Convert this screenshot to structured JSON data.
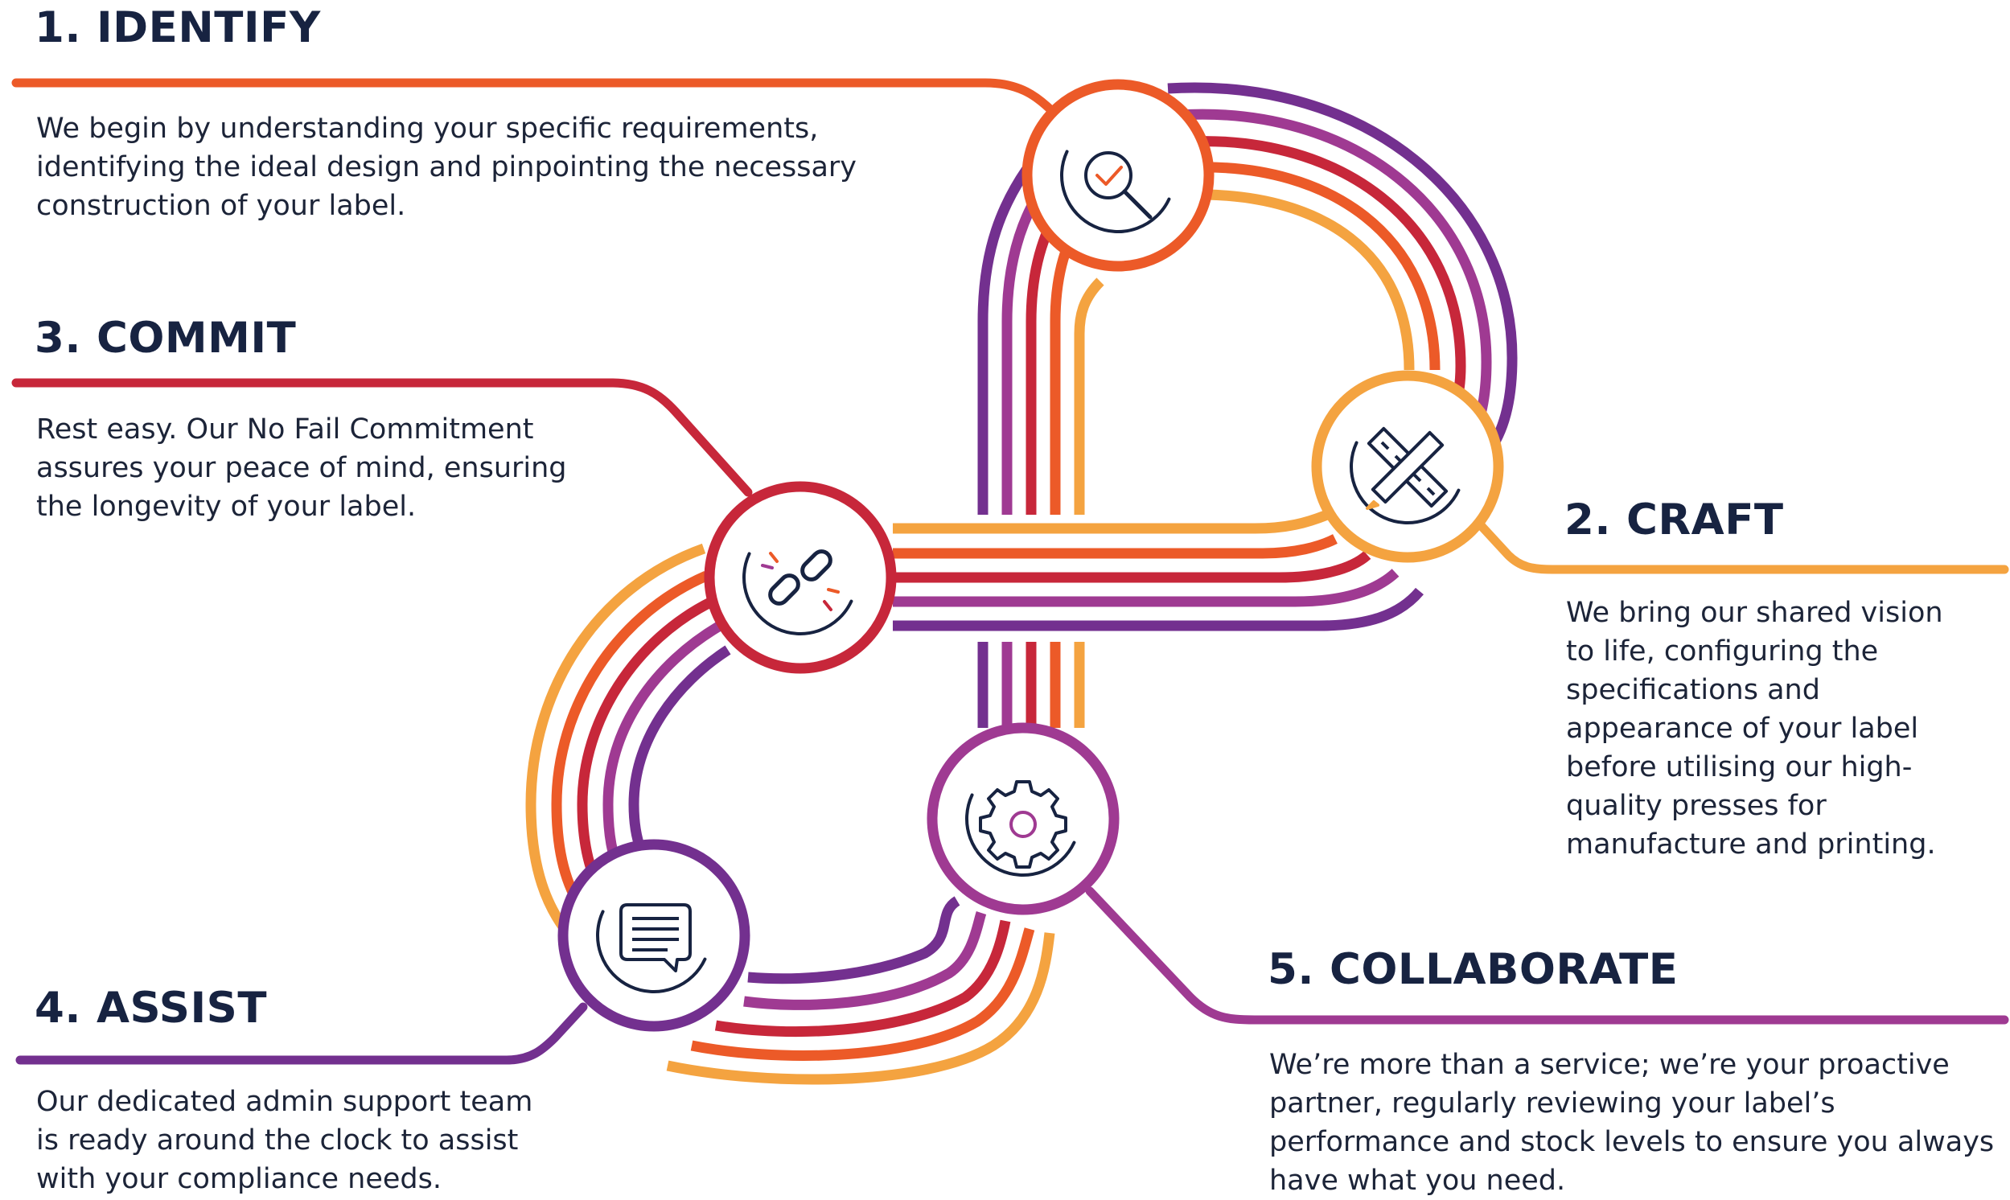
{
  "colors": {
    "orange": "#ec5a28",
    "red": "#c7273a",
    "purple": "#73308f",
    "magenta": "#9f3a92",
    "amber": "#f4a340",
    "navy": "#172341"
  },
  "steps": [
    {
      "title": "1. IDENTIFY",
      "lines": [
        "We begin by understanding your specific requirements,",
        "identifying the ideal design and pinpointing the necessary",
        "construction of your label."
      ],
      "icon": "magnifier-check-icon",
      "color": "#ec5a28"
    },
    {
      "title": "2. CRAFT",
      "lines": [
        "We bring our shared vision",
        "to life, configuring the",
        "specifications and",
        "appearance of your label",
        "before utilising our high-",
        "quality presses for",
        "manufacture and printing."
      ],
      "icon": "ruler-pencil-icon",
      "color": "#f4a340"
    },
    {
      "title": "3. COMMIT",
      "lines": [
        "Rest easy. Our No Fail Commitment",
        "assures your peace of mind, ensuring",
        "the longevity of your label."
      ],
      "icon": "chain-link-icon",
      "color": "#c7273a"
    },
    {
      "title": "4. ASSIST",
      "lines": [
        "Our dedicated admin support team",
        "is ready around the clock to assist",
        "with your compliance needs."
      ],
      "icon": "chat-bubble-icon",
      "color": "#73308f"
    },
    {
      "title": "5. COLLABORATE",
      "lines": [
        "We’re more than a service; we’re your proactive",
        "partner, regularly reviewing your label’s",
        "performance and stock levels to ensure you always",
        "have what you need."
      ],
      "icon": "gear-icon",
      "color": "#9f3a92"
    }
  ]
}
